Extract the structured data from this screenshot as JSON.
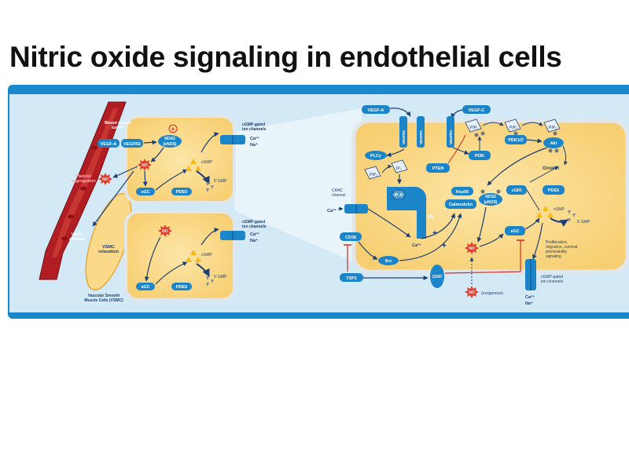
{
  "title": "Nitric oxide signaling in endothelial cells",
  "colors": {
    "brand_blue": "#1a88cc",
    "panel_bg": "#d4e9f6",
    "cell_fill": "#fbd98a",
    "cell_border": "#e8a93a",
    "node_blue": "#1c85c9",
    "vessel_red": "#b01e24",
    "no_red": "#e43a2a",
    "cgmp_yellow": "#f5b919",
    "gmp_gray": "#8a8a8a"
  },
  "left": {
    "vessel_lumen": "Blood vessel lumen",
    "platelet": "Platelet aggregation",
    "vasodilation": "Vaso-dilation",
    "vsmc_relax": "VSMC relaxation",
    "vsmc_label": "Vascular Smooth Muscle Cells (VSMC)",
    "vegfa": "VEGF-A",
    "vegfr2": "VEGFR2",
    "nos3_line1": "NOS3",
    "nos3_line2": "(eNOS)",
    "no": "NO",
    "sgc": "sGC",
    "pde5": "PDE5",
    "cgmp": "cGMP",
    "gmp5": "5' GMP",
    "channel_line1": "cGMP-gated",
    "channel_line2": "ion channels",
    "ca": "Ca²⁺",
    "na": "Na⁺",
    "plus": "+"
  },
  "right": {
    "vegfa": "VEGF-A",
    "vegfc": "VEGF-C",
    "vegfr2": "VEGFR2",
    "vegfr1": "VEGFR1",
    "vegfr3": "VEGFR3",
    "pip2a": "PIP₂",
    "pip3a": "PIP₃",
    "pip3b": "PIP₃",
    "plcg": "PLCγ",
    "pip2": "PIP₂",
    "ip3": "IP₃",
    "ip3r": "IP₃R",
    "er": "ER",
    "pten": "PTEN",
    "pi3k": "PI3K",
    "pdk12": "PDK1/2",
    "akt": "Akt",
    "growth": "Growth",
    "hsp90": "Hsp90",
    "calmodulin": "Calmodulin",
    "nos3_line1": "NOS3",
    "nos3_line2": "(eNOS)",
    "cgki": "cGKI",
    "pde5": "PDE5",
    "cgmp": "cGMP",
    "gmp5": "5' GMP",
    "sgc": "sGC",
    "crac_line1": "CRAC",
    "crac_line2": "channel",
    "ca_out": "Ca²⁺",
    "ca_in": "Ca²⁺",
    "cd36": "CD36",
    "src": "Src",
    "tsp1": "TSP1",
    "cd47": "CD47",
    "no_center": "NO",
    "no_exo": "NO",
    "exogenous": "(exogenous)",
    "prolif_1": "Proliferation,",
    "prolif_2": "migration, survival,",
    "prolif_3": "permeability",
    "prolif_4": "signaling",
    "chan_line1": "cGMP-gated",
    "chan_line2": "ion channels",
    "ca_bot": "Ca²⁺",
    "na_bot": "Na⁺",
    "plus1": "+",
    "plus2": "+"
  }
}
